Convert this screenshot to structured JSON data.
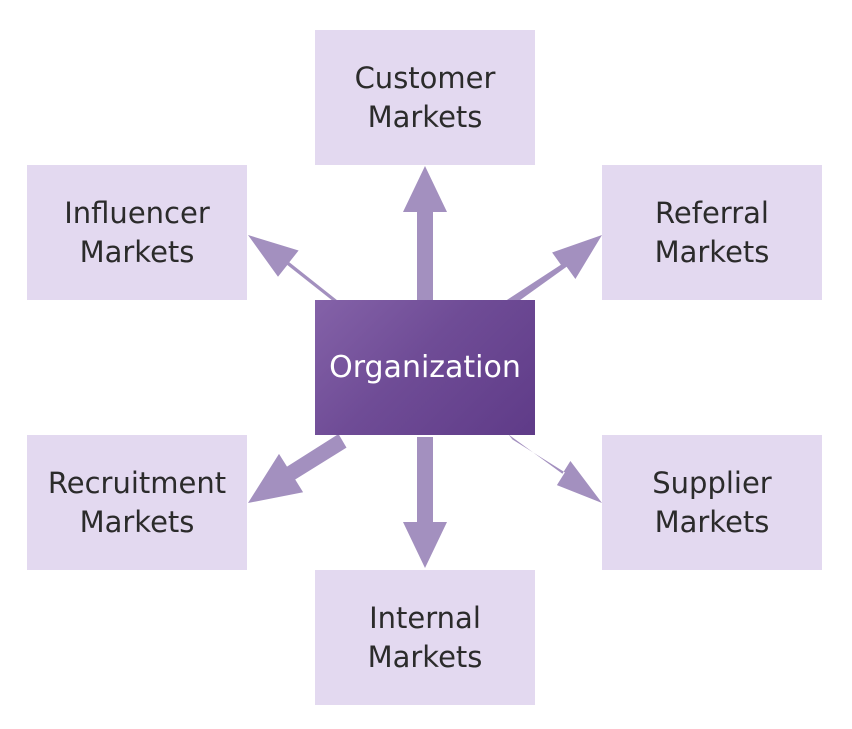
{
  "colors": {
    "market_fill": "#e3d9f0",
    "center_fill": "#6f4c96",
    "arrow": "#a390bf",
    "text_dark": "#2b2b2b",
    "text_light": "#ffffff"
  },
  "center": {
    "label": "Organization"
  },
  "markets": {
    "customer": {
      "line1": "Customer",
      "line2": "Markets"
    },
    "influencer": {
      "line1": "Influencer",
      "line2": "Markets"
    },
    "referral": {
      "line1": "Referral",
      "line2": "Markets"
    },
    "recruitment": {
      "line1": "Recruitment",
      "line2": "Markets"
    },
    "supplier": {
      "line1": "Supplier",
      "line2": "Markets"
    },
    "internal": {
      "line1": "Internal",
      "line2": "Markets"
    }
  }
}
